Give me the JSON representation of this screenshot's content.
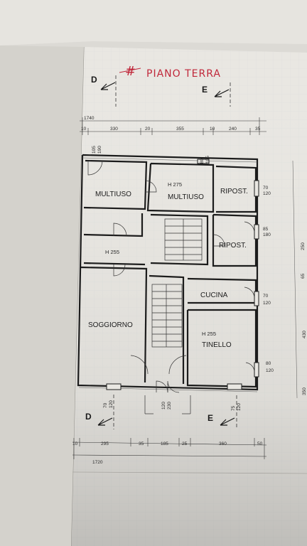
{
  "title": {
    "mark": "#",
    "text": "PIANO TERRA"
  },
  "sections": {
    "d_top": "D",
    "e_top": "E",
    "d_bottom": "D",
    "e_bottom": "E"
  },
  "top_dims": {
    "total": "1740",
    "left_edge": "10",
    "segments": [
      "330",
      "20",
      "355",
      "10",
      "240",
      "35"
    ]
  },
  "bottom_dims": {
    "total": "1720",
    "left_edge": "10",
    "segments": [
      "295",
      "35",
      "185",
      "25",
      "360",
      "50"
    ]
  },
  "rooms": {
    "multiuso_left": "MULTIUSO",
    "multiuso_center": "MULTIUSO",
    "ripost_top": "RIPOST.",
    "ripost_bottom": "RIPOST.",
    "cucina": "CUCINA",
    "soggiorno": "SOGGIORNO",
    "tinello": "TINELLO"
  },
  "heights": {
    "multiuso_center": "H 275",
    "corridor": "H 255",
    "tinello": "H 255"
  },
  "window_dims": {
    "top_left": [
      "105",
      "190"
    ],
    "top_center": [
      "80",
      "105"
    ],
    "right_1": [
      "70",
      "120"
    ],
    "right_2": [
      "85",
      "180"
    ],
    "right_3": [
      "70",
      "120"
    ],
    "right_4": [
      "80",
      "120"
    ],
    "bottom_left": [
      "70",
      "120"
    ],
    "bottom_center": [
      "120",
      "230"
    ],
    "bottom_right": [
      "75",
      "120"
    ]
  },
  "side_dims": [
    "250",
    "65",
    "430",
    "350"
  ],
  "colors": {
    "paper": "#e8e6e1",
    "ink": "#2a2a2a",
    "red": "#c0273a",
    "grid": "#c9cdd2"
  }
}
